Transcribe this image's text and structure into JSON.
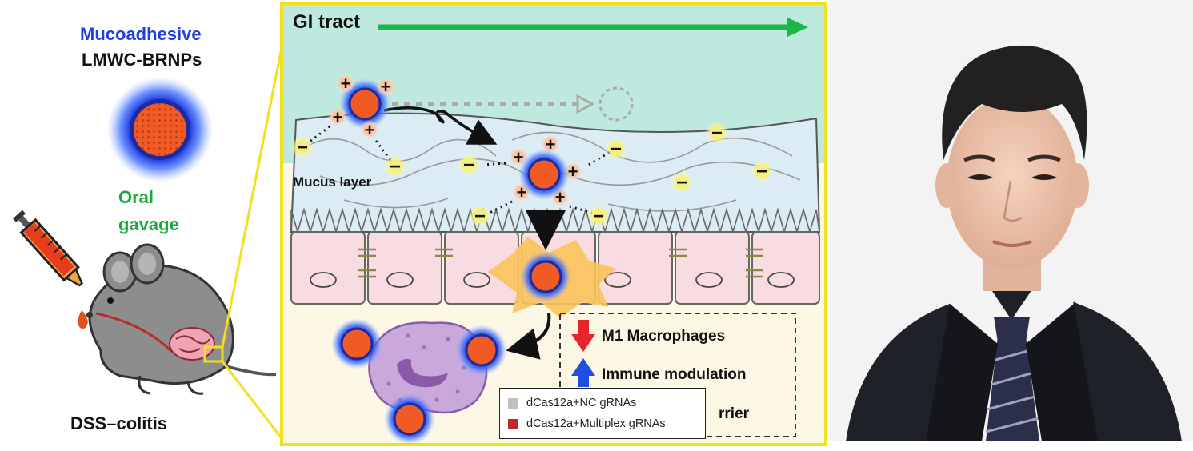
{
  "left_panel": {
    "title_line1": "Mucoadhesive",
    "title_line2": "LMWC-BRNPs",
    "route_line1": "Oral",
    "route_line2": "gavage",
    "model_label": "DSS–colitis"
  },
  "center_panel": {
    "tract_label": "GI tract",
    "mucus_label": "Mucus layer",
    "outcomes": [
      {
        "text": "M1 Macrophages",
        "direction": "down",
        "color": "#e8232a"
      },
      {
        "text": "Immune modulation",
        "direction": "up",
        "color": "#1f4fe0"
      }
    ],
    "partial_text": "rrier",
    "legend": [
      {
        "text": "dCas12a+NC gRNAs",
        "color": "#c0c0c0"
      },
      {
        "text": "dCas12a+Multiplex gRNAs",
        "color": "#c0282a"
      }
    ]
  },
  "colors": {
    "mucoadhesive": "#1f3fe0",
    "oral_gavage": "#1aaa3a",
    "frame": "#f2e01c",
    "arrow": "#1db44a",
    "lumen": "#bfe9de",
    "mucus": "#dcecf5",
    "tissue": "#fdf8e6"
  }
}
